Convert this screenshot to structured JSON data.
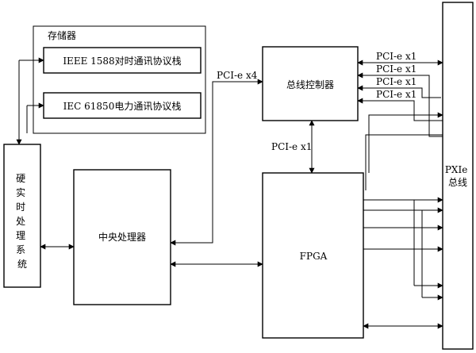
{
  "diagram": {
    "storage_label": "存储器",
    "ieee_stack_label": "IEEE 1588对时通讯协议栈",
    "iec_stack_label": "IEC 61850电力通讯协议栈",
    "hard_rt_label": [
      "硬",
      "实",
      "时",
      "处",
      "理",
      "系",
      "统"
    ],
    "cpu_label": "中央处理器",
    "bus_ctrl_label": "总线控制器",
    "fpga_label": "FPGA",
    "pxie_label": [
      "PXIe",
      "总线"
    ],
    "link_cpu_bus": "PCI-e x4",
    "link_bus_fpga": "PCI-e x1",
    "link_bus_pxie": [
      "PCI-e x1",
      "PCI-e x1",
      "PCI-e x1",
      "PCI-e x1"
    ]
  }
}
